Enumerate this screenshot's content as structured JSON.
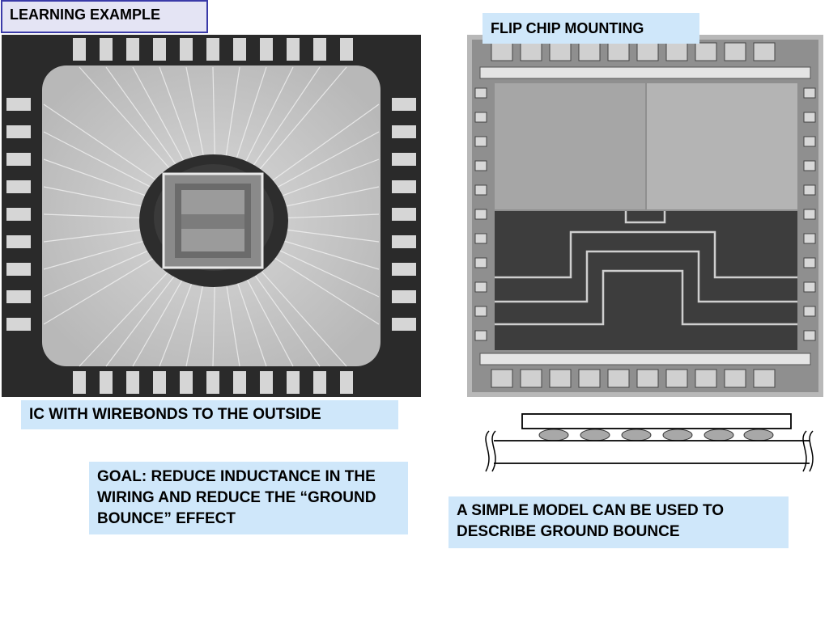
{
  "slide": {
    "title": "LEARNING EXAMPLE",
    "flip_chip_label": "FLIP CHIP MOUNTING",
    "wirebond_caption": "IC WITH WIREBONDS TO THE OUTSIDE",
    "goal_text": "GOAL: REDUCE INDUCTANCE IN THE WIRING AND REDUCE THE “GROUND BOUNCE” EFFECT",
    "model_text": "A SIMPLE MODEL CAN BE USED TO DESCRIBE GROUND BOUNCE"
  }
}
